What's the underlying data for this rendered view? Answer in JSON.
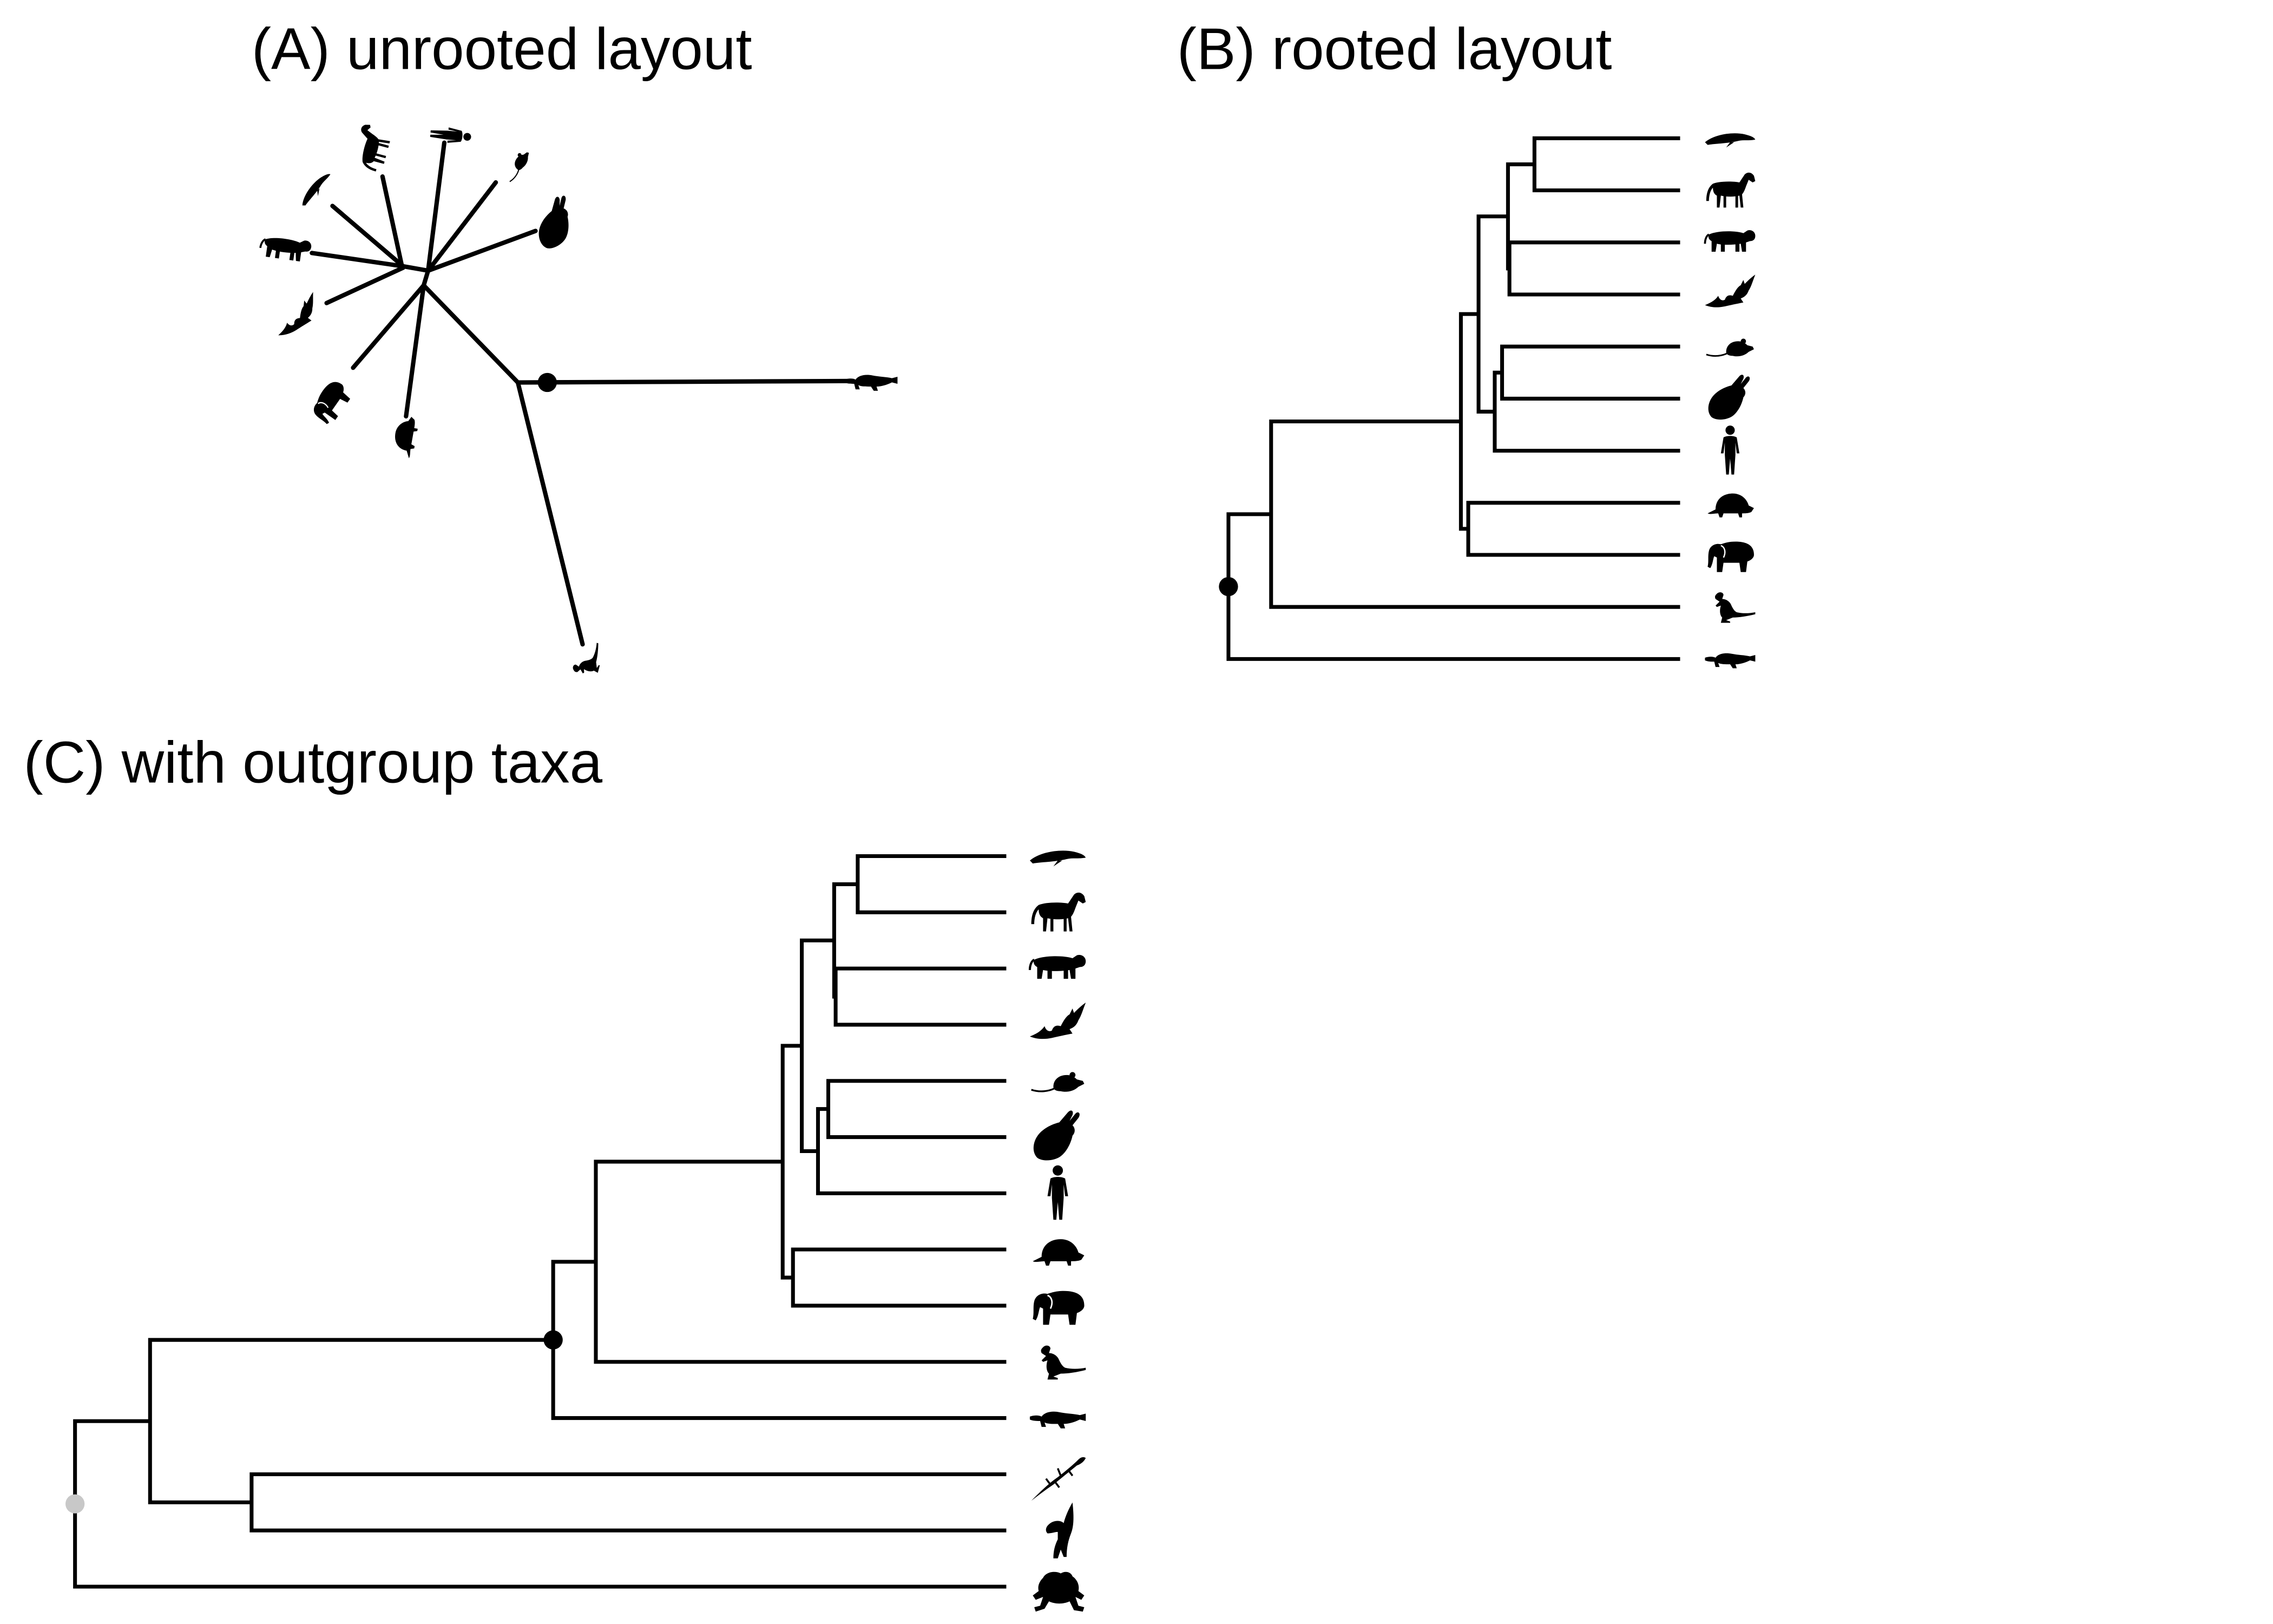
{
  "panel_a": {
    "title": "(A) unrooted layout",
    "tip_icons": [
      "whale-icon",
      "horse-icon",
      "tiger-icon",
      "bat-icon",
      "human-icon",
      "mouse-icon",
      "rabbit-icon",
      "elephant-icon",
      "armadillo-icon",
      "kangaroo-icon",
      "platypus-icon"
    ]
  },
  "panel_b": {
    "title": "(B) rooted layout",
    "tip_icons": [
      "whale-icon",
      "horse-icon",
      "tiger-icon",
      "bat-icon",
      "mouse-icon",
      "rabbit-icon",
      "human-icon",
      "armadillo-icon",
      "elephant-icon",
      "kangaroo-icon",
      "platypus-icon"
    ]
  },
  "panel_c": {
    "title": "(C) with outgroup taxa",
    "tip_icons": [
      "whale-icon",
      "horse-icon",
      "tiger-icon",
      "bat-icon",
      "mouse-icon",
      "rabbit-icon",
      "human-icon",
      "armadillo-icon",
      "elephant-icon",
      "kangaroo-icon",
      "platypus-icon",
      "lizard-icon",
      "bird-icon",
      "frog-icon"
    ]
  },
  "colors": {
    "background": "#ffffff",
    "branch": "#000000",
    "icon": "#000000",
    "root_node": "#000000",
    "outgroup_root_node": "#c8c8c8"
  }
}
